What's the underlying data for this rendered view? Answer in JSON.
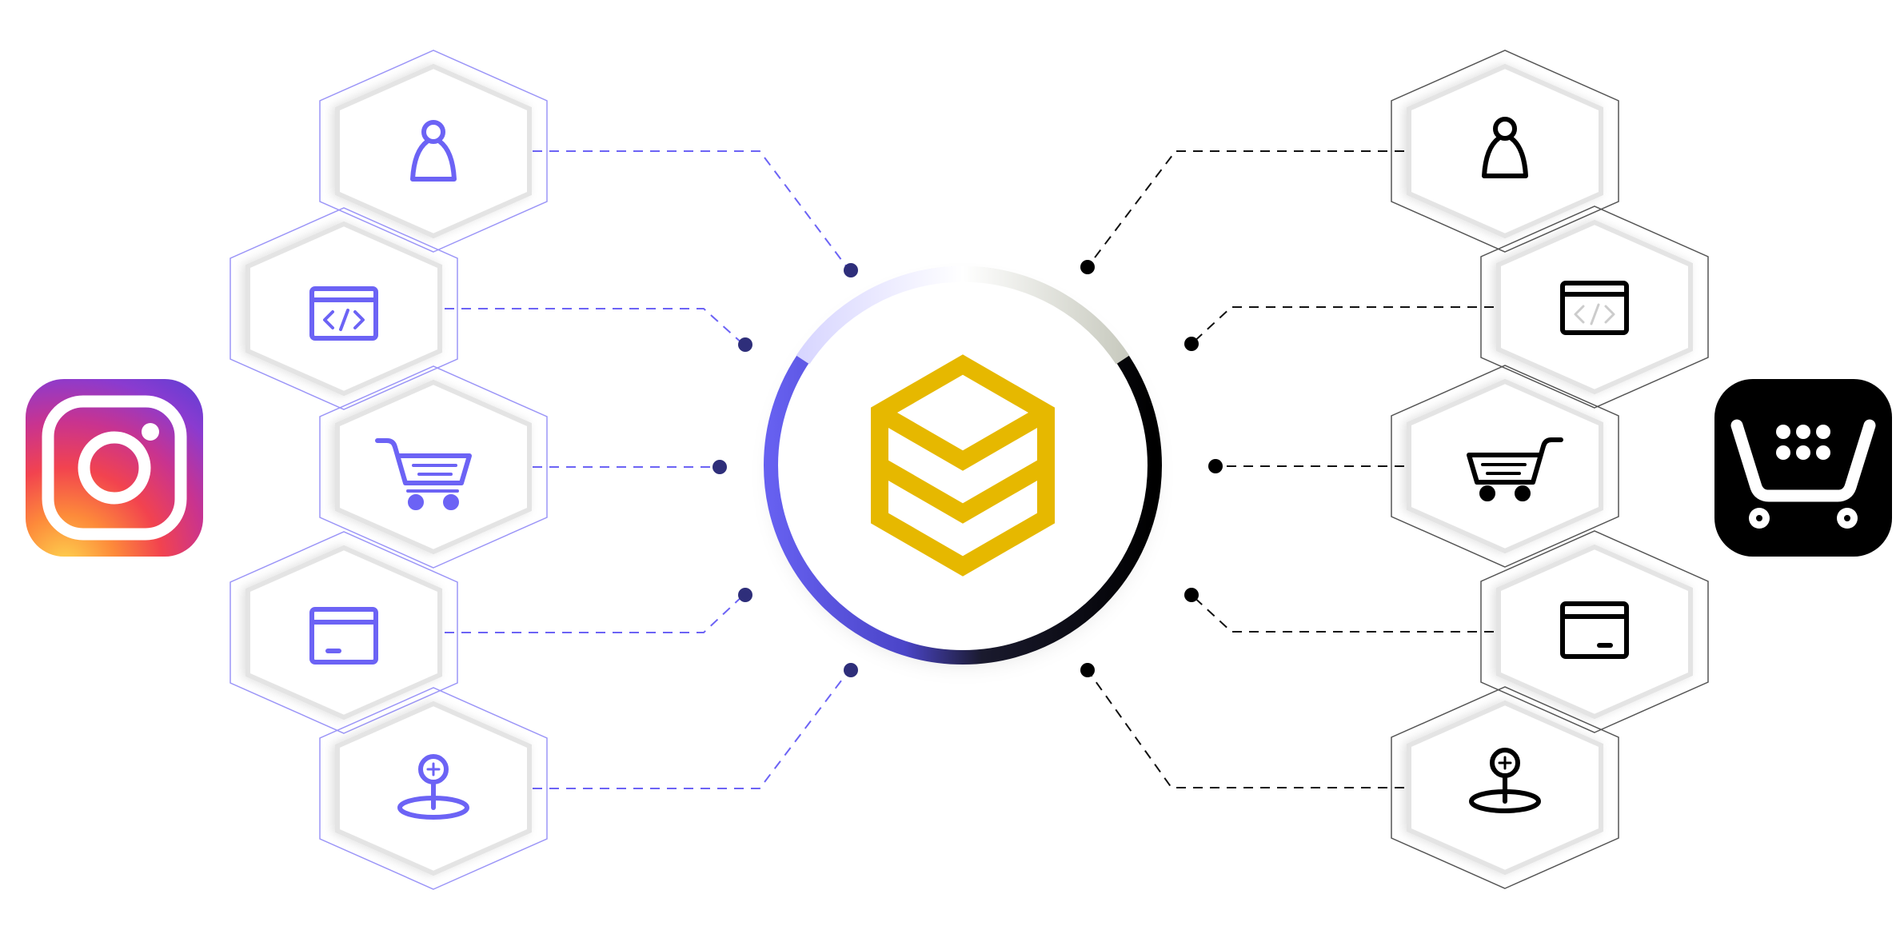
{
  "colors": {
    "left_accent": "#6c63f5",
    "left_dot": "#2e2e7a",
    "right_accent": "#000000",
    "hub_gold": "#e6b800",
    "hex_outline_left": "#9b95f7",
    "hex_outline_right": "#666666"
  },
  "left_app": {
    "name": "Instagram",
    "icon": "instagram-logo"
  },
  "right_app": {
    "name": "Ecwid",
    "icon": "ecwid-cart-logo"
  },
  "hub": {
    "icon": "stacked-layers-logo"
  },
  "data_types": [
    {
      "key": "customer",
      "icon": "person-icon"
    },
    {
      "key": "code",
      "icon": "code-window-icon"
    },
    {
      "key": "cart",
      "icon": "shopping-cart-icon"
    },
    {
      "key": "payment",
      "icon": "card-window-icon"
    },
    {
      "key": "location",
      "icon": "location-pin-icon"
    }
  ]
}
